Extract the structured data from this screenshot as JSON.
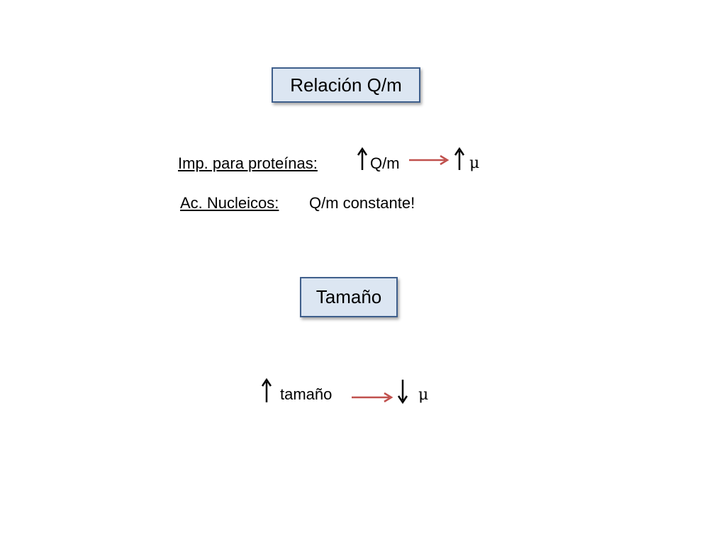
{
  "section1": {
    "title": "Relación Q/m",
    "line1": {
      "label": "Imp. para proteínas:",
      "quantity": "Q/m",
      "result_symbol": "μ"
    },
    "line2": {
      "label": "Ac. Nucleicos:",
      "text": "Q/m constante!"
    }
  },
  "section2": {
    "title": "Tamaño",
    "line1": {
      "quantity": "tamaño",
      "result_symbol": "μ"
    }
  },
  "colors": {
    "box_fill": "#dce6f2",
    "box_border": "#3f5f8c",
    "implies_arrow": "#c0504d"
  }
}
